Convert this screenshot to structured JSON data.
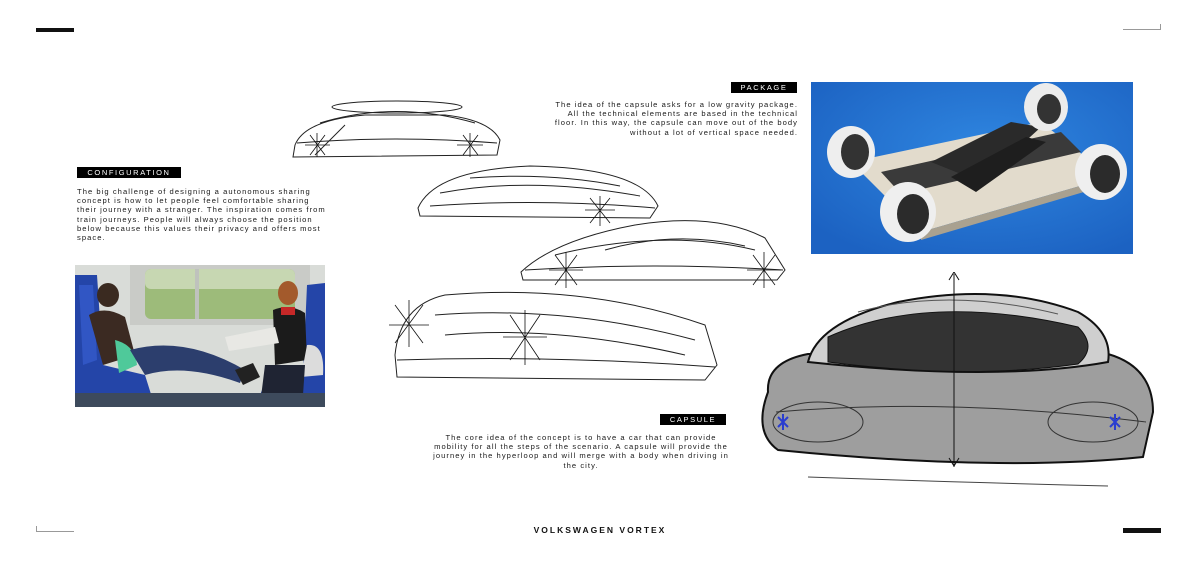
{
  "sections": {
    "configuration": {
      "tag": "CONFIGURATION",
      "text": "The big challenge of designing a autonomous sharing concept is how to let people feel comfortable sharing their journey with a stranger. The inspiration comes from train journeys. People will always choose the position below because this values their privacy and offers most space."
    },
    "package": {
      "tag": "PACKAGE",
      "text": "The idea of the capsule asks for a low gravity package. All the technical elements are based in the technical floor. In this way, the capsule can move out of the body without a lot of vertical space needed."
    },
    "capsule": {
      "tag": "CAPSULE",
      "text": "The core idea of the concept is to have a car that can provide mobility for all the steps of the scenario. A capsule will provide the journey in the hyperloop and will merge with a body when driving in the city."
    }
  },
  "footer": {
    "title": "VOLKSWAGEN VORTEX"
  }
}
